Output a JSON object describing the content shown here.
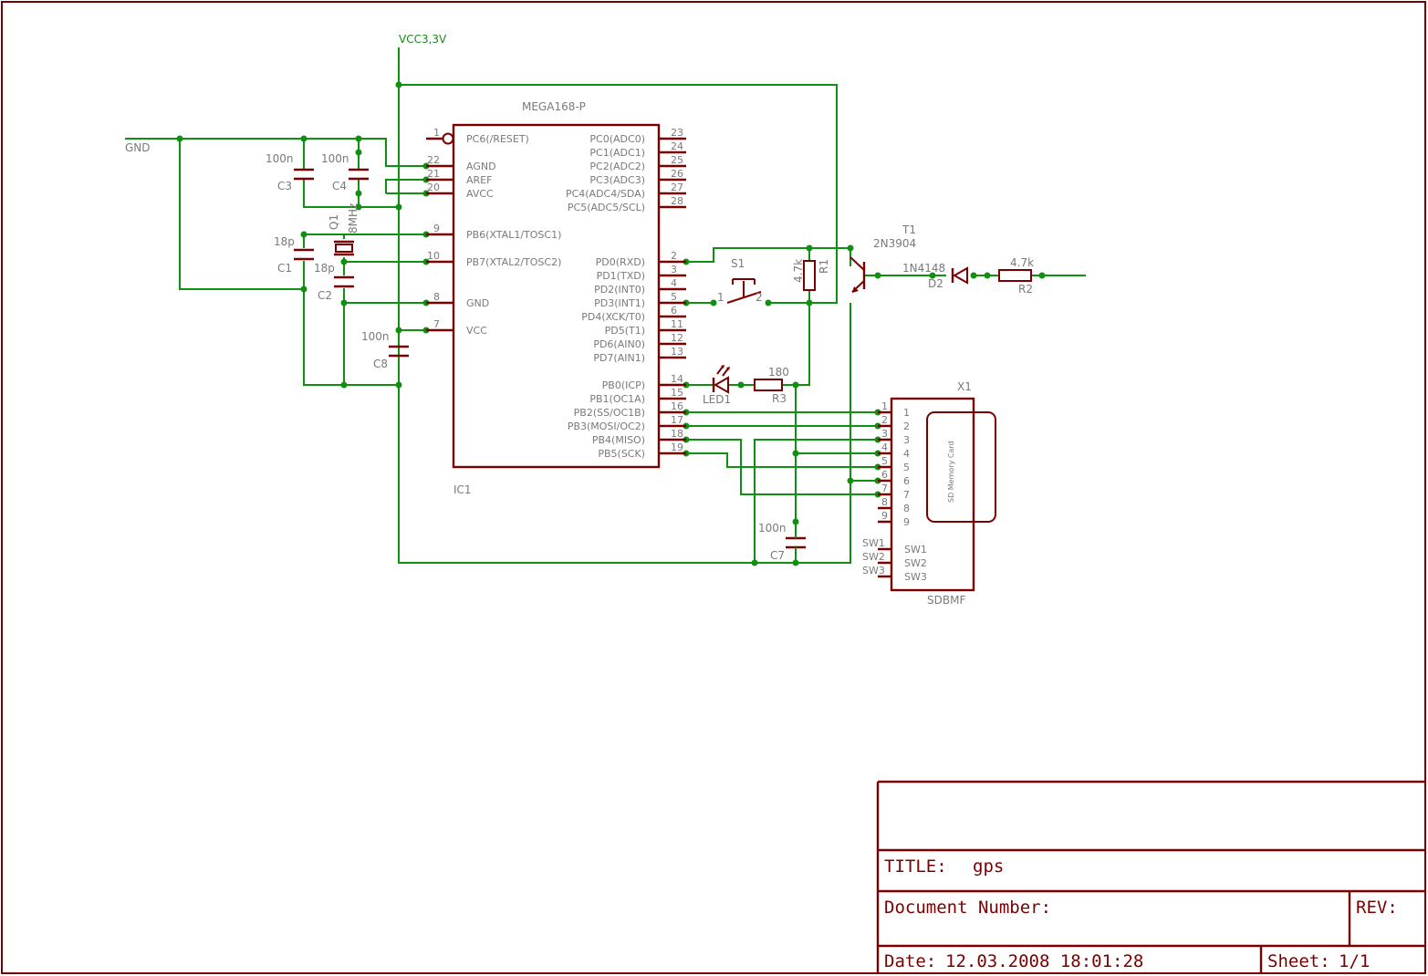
{
  "nets": {
    "vcc": "VCC3,3V",
    "gnd": "GND"
  },
  "ic": {
    "name": "MEGA168-P",
    "ref": "IC1",
    "left_pins": [
      {
        "num": "1",
        "label": "PC6(/RESET)"
      },
      {
        "num": "22",
        "label": "AGND"
      },
      {
        "num": "21",
        "label": "AREF"
      },
      {
        "num": "20",
        "label": "AVCC"
      },
      {
        "num": "9",
        "label": "PB6(XTAL1/TOSC1)"
      },
      {
        "num": "10",
        "label": "PB7(XTAL2/TOSC2)"
      },
      {
        "num": "8",
        "label": "GND"
      },
      {
        "num": "7",
        "label": "VCC"
      }
    ],
    "right_pins": [
      {
        "num": "23",
        "label": "PC0(ADC0)"
      },
      {
        "num": "24",
        "label": "PC1(ADC1)"
      },
      {
        "num": "25",
        "label": "PC2(ADC2)"
      },
      {
        "num": "26",
        "label": "PC3(ADC3)"
      },
      {
        "num": "27",
        "label": "PC4(ADC4/SDA)"
      },
      {
        "num": "28",
        "label": "PC5(ADC5/SCL)"
      },
      {
        "num": "2",
        "label": "PD0(RXD)"
      },
      {
        "num": "3",
        "label": "PD1(TXD)"
      },
      {
        "num": "4",
        "label": "PD2(INT0)"
      },
      {
        "num": "5",
        "label": "PD3(INT1)"
      },
      {
        "num": "6",
        "label": "PD4(XCK/T0)"
      },
      {
        "num": "11",
        "label": "PD5(T1)"
      },
      {
        "num": "12",
        "label": "PD6(AIN0)"
      },
      {
        "num": "13",
        "label": "PD7(AIN1)"
      },
      {
        "num": "14",
        "label": "PB0(ICP)"
      },
      {
        "num": "15",
        "label": "PB1(OC1A)"
      },
      {
        "num": "16",
        "label": "PB2(SS/OC1B)"
      },
      {
        "num": "17",
        "label": "PB3(MOSI/OC2)"
      },
      {
        "num": "18",
        "label": "PB4(MISO)"
      },
      {
        "num": "19",
        "label": "PB5(SCK)"
      }
    ]
  },
  "parts": {
    "c3": {
      "ref": "C3",
      "value": "100n"
    },
    "c4": {
      "ref": "C4",
      "value": "100n"
    },
    "c1": {
      "ref": "C1",
      "value": "18p"
    },
    "c2": {
      "ref": "C2",
      "value": "18p"
    },
    "c8": {
      "ref": "C8",
      "value": "100n"
    },
    "c7": {
      "ref": "C7",
      "value": "100n"
    },
    "q1": {
      "ref": "Q1",
      "value": "8MHz"
    },
    "s1": {
      "ref": "S1",
      "pin1": "1",
      "pin2": "2"
    },
    "r1": {
      "ref": "R1",
      "value": "4.7k"
    },
    "r2": {
      "ref": "R2",
      "value": "4.7k"
    },
    "r3": {
      "ref": "R3",
      "value": "180"
    },
    "t1": {
      "ref": "T1",
      "value": "2N3904"
    },
    "d2": {
      "ref": "D2",
      "value": "1N4148"
    },
    "led1": {
      "ref": "LED1"
    }
  },
  "connector": {
    "ref": "X1",
    "name": "SDBMF",
    "card_label": "SD Memory Card",
    "pins": [
      "1",
      "2",
      "3",
      "4",
      "5",
      "6",
      "7",
      "8",
      "9"
    ],
    "sw_pins": [
      "SW1",
      "SW2",
      "SW3"
    ]
  },
  "title_block": {
    "title_label": "TITLE:",
    "title": "gps",
    "docnum_label": "Document Number:",
    "rev_label": "REV:",
    "date_label": "Date:",
    "date": "12.03.2008 18:01:28",
    "sheet_label": "Sheet:",
    "sheet": "1/1"
  }
}
